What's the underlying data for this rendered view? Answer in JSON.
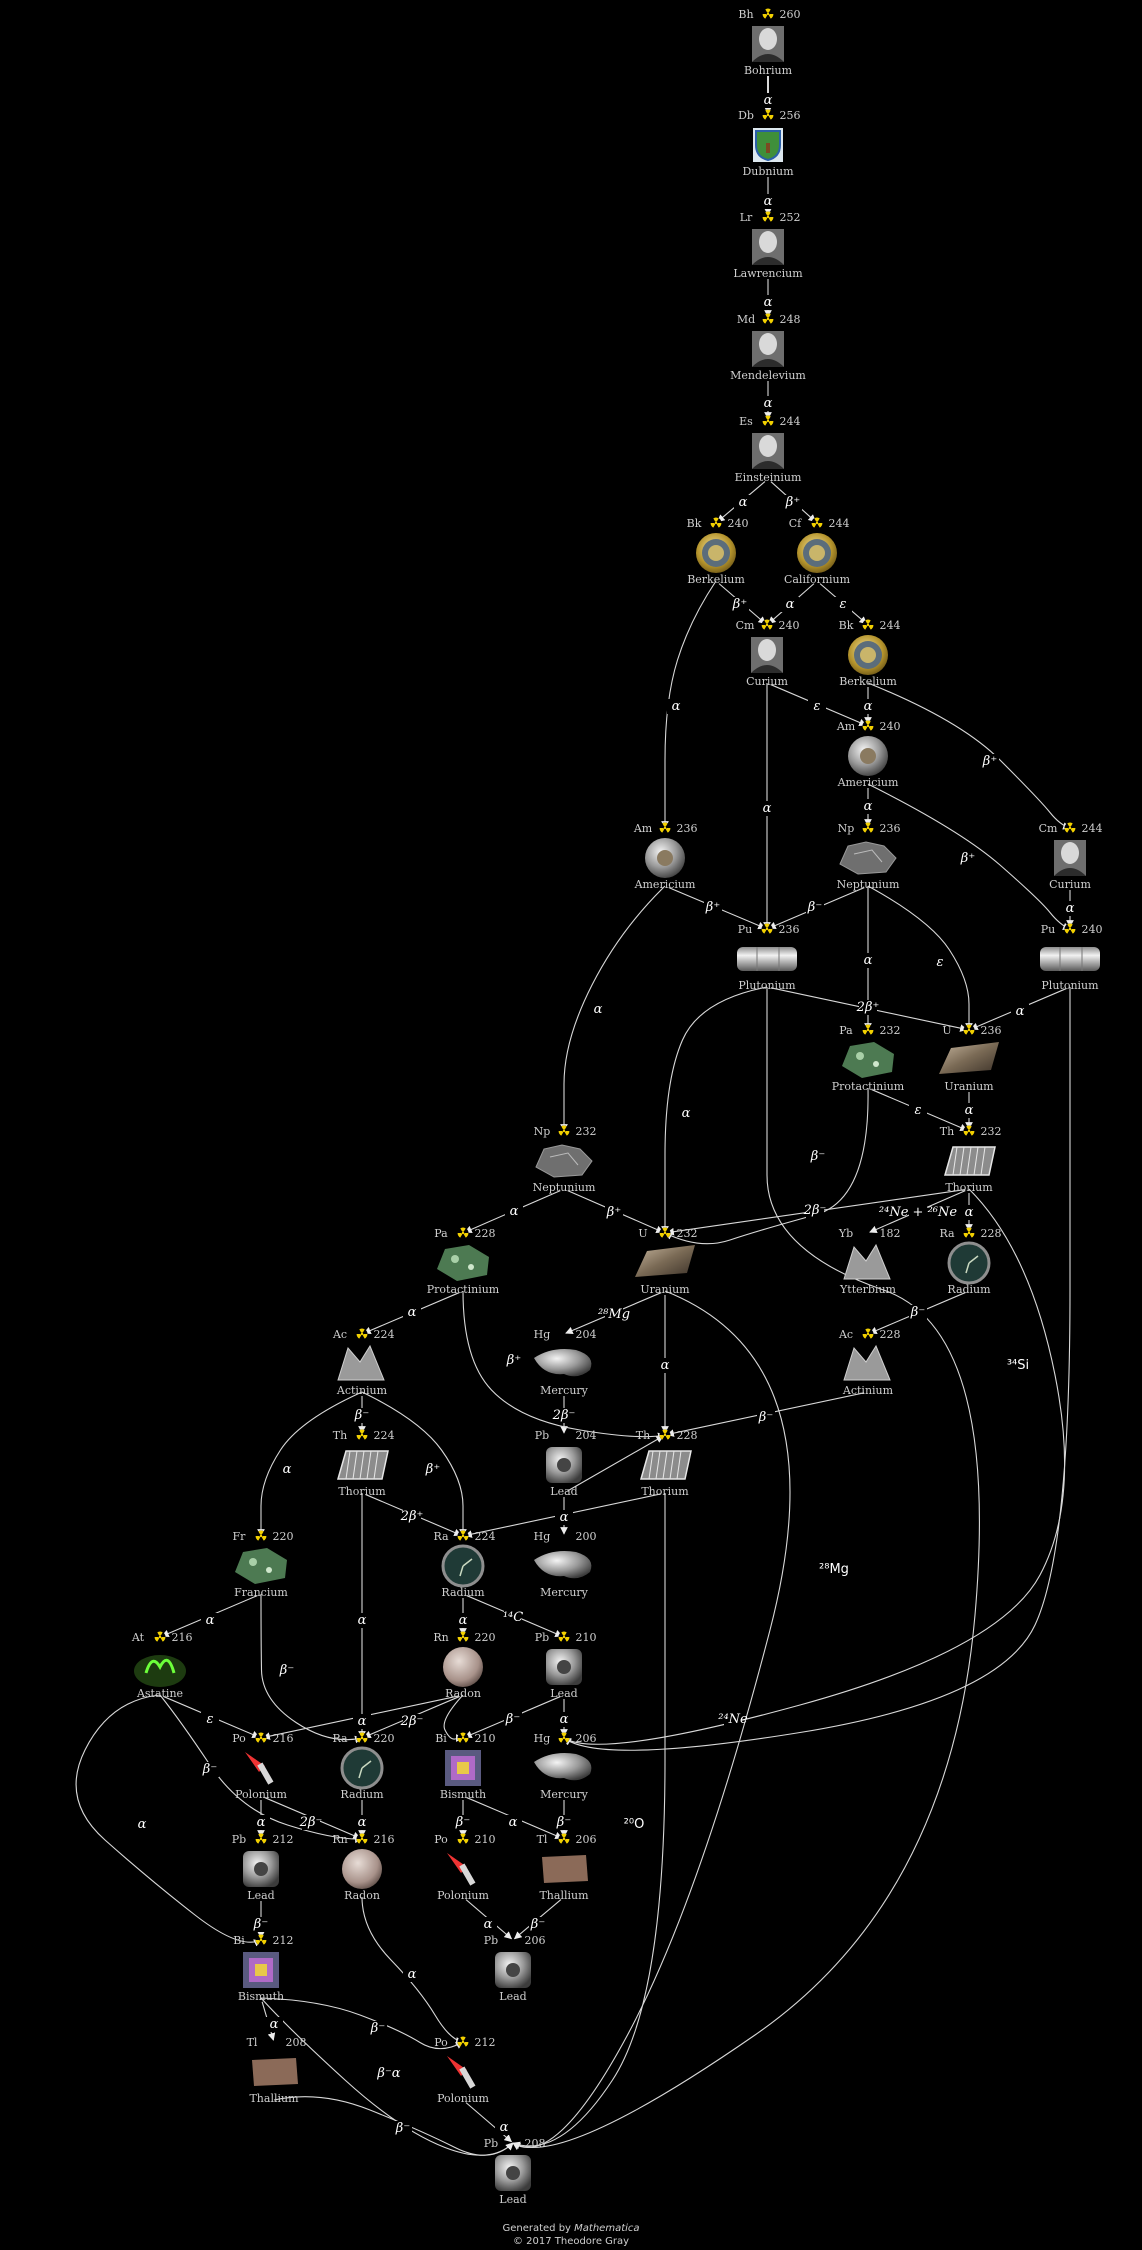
{
  "footer": {
    "generated_prefix": "Generated by ",
    "generated_app": "Mathematica",
    "copyright": "© 2017 Theodore Gray"
  },
  "colors": {
    "background": "#000000",
    "text": "#cfcfcf",
    "edge": "#d8d8d8",
    "radiation_symbol": "#f2d000"
  },
  "nodes": [
    {
      "id": "bh260",
      "symbol": "Bh",
      "mass": "260",
      "name": "Bohrium",
      "radioactive": true,
      "image": "portrait-icon"
    },
    {
      "id": "db256",
      "symbol": "Db",
      "mass": "256",
      "name": "Dubnium",
      "radioactive": true,
      "image": "coat-of-arms-icon"
    },
    {
      "id": "lr252",
      "symbol": "Lr",
      "mass": "252",
      "name": "Lawrencium",
      "radioactive": true,
      "image": "portrait-icon"
    },
    {
      "id": "md248",
      "symbol": "Md",
      "mass": "248",
      "name": "Mendelevium",
      "radioactive": true,
      "image": "portrait-icon"
    },
    {
      "id": "es244",
      "symbol": "Es",
      "mass": "244",
      "name": "Einsteinium",
      "radioactive": true,
      "image": "portrait-icon"
    },
    {
      "id": "bk240",
      "symbol": "Bk",
      "mass": "240",
      "name": "Berkelium",
      "radioactive": true,
      "image": "seal-icon"
    },
    {
      "id": "cf244",
      "symbol": "Cf",
      "mass": "244",
      "name": "Californium",
      "radioactive": true,
      "image": "seal-icon"
    },
    {
      "id": "cm240",
      "symbol": "Cm",
      "mass": "240",
      "name": "Curium",
      "radioactive": true,
      "image": "portrait-icon"
    },
    {
      "id": "bk244",
      "symbol": "Bk",
      "mass": "244",
      "name": "Berkelium",
      "radioactive": true,
      "image": "seal-icon"
    },
    {
      "id": "am240",
      "symbol": "Am",
      "mass": "240",
      "name": "Americium",
      "radioactive": true,
      "image": "smoke-detector-icon"
    },
    {
      "id": "am236",
      "symbol": "Am",
      "mass": "236",
      "name": "Americium",
      "radioactive": true,
      "image": "smoke-detector-icon"
    },
    {
      "id": "np236",
      "symbol": "Np",
      "mass": "236",
      "name": "Neptunium",
      "radioactive": true,
      "image": "rock-icon"
    },
    {
      "id": "cm244",
      "symbol": "Cm",
      "mass": "244",
      "name": "Curium",
      "radioactive": true,
      "image": "portrait-icon"
    },
    {
      "id": "pu236",
      "symbol": "Pu",
      "mass": "236",
      "name": "Plutonium",
      "radioactive": true,
      "image": "cylinder-icon"
    },
    {
      "id": "pu240",
      "symbol": "Pu",
      "mass": "240",
      "name": "Plutonium",
      "radioactive": true,
      "image": "cylinder-icon"
    },
    {
      "id": "pa232",
      "symbol": "Pa",
      "mass": "232",
      "name": "Protactinium",
      "radioactive": true,
      "image": "mineral-icon"
    },
    {
      "id": "u236",
      "symbol": "U",
      "mass": "236",
      "name": "Uranium",
      "radioactive": true,
      "image": "metal-bar-icon"
    },
    {
      "id": "th232",
      "symbol": "Th",
      "mass": "232",
      "name": "Thorium",
      "radioactive": true,
      "image": "lantern-icon"
    },
    {
      "id": "np232",
      "symbol": "Np",
      "mass": "232",
      "name": "Neptunium",
      "radioactive": true,
      "image": "rock-icon"
    },
    {
      "id": "pa228",
      "symbol": "Pa",
      "mass": "228",
      "name": "Protactinium",
      "radioactive": true,
      "image": "mineral-icon"
    },
    {
      "id": "u232",
      "symbol": "U",
      "mass": "232",
      "name": "Uranium",
      "radioactive": true,
      "image": "metal-bar-icon"
    },
    {
      "id": "yb182",
      "symbol": "Yb",
      "mass": "182",
      "name": "Ytterbium",
      "radioactive": false,
      "image": "crystal-icon"
    },
    {
      "id": "ra228",
      "symbol": "Ra",
      "mass": "228",
      "name": "Radium",
      "radioactive": true,
      "image": "clock-dial-icon"
    },
    {
      "id": "ac224",
      "symbol": "Ac",
      "mass": "224",
      "name": "Actinium",
      "radioactive": true,
      "image": "crystal-icon"
    },
    {
      "id": "hg204",
      "symbol": "Hg",
      "mass": "204",
      "name": "Mercury",
      "radioactive": false,
      "image": "mercury-blob-icon"
    },
    {
      "id": "ac228",
      "symbol": "Ac",
      "mass": "228",
      "name": "Actinium",
      "radioactive": true,
      "image": "crystal-icon"
    },
    {
      "id": "th224",
      "symbol": "Th",
      "mass": "224",
      "name": "Thorium",
      "radioactive": true,
      "image": "lantern-icon"
    },
    {
      "id": "pb204",
      "symbol": "Pb",
      "mass": "204",
      "name": "Lead",
      "radioactive": false,
      "image": "lead-block-icon"
    },
    {
      "id": "th228",
      "symbol": "Th",
      "mass": "228",
      "name": "Thorium",
      "radioactive": true,
      "image": "lantern-icon"
    },
    {
      "id": "fr220",
      "symbol": "Fr",
      "mass": "220",
      "name": "Francium",
      "radioactive": true,
      "image": "mineral-icon"
    },
    {
      "id": "ra224",
      "symbol": "Ra",
      "mass": "224",
      "name": "Radium",
      "radioactive": true,
      "image": "clock-dial-icon"
    },
    {
      "id": "hg200",
      "symbol": "Hg",
      "mass": "200",
      "name": "Mercury",
      "radioactive": false,
      "image": "mercury-blob-icon"
    },
    {
      "id": "at216",
      "symbol": "At",
      "mass": "216",
      "name": "Astatine",
      "radioactive": true,
      "image": "glow-icon"
    },
    {
      "id": "rn220",
      "symbol": "Rn",
      "mass": "220",
      "name": "Radon",
      "radioactive": true,
      "image": "sphere-icon"
    },
    {
      "id": "pb210",
      "symbol": "Pb",
      "mass": "210",
      "name": "Lead",
      "radioactive": true,
      "image": "lead-block-icon"
    },
    {
      "id": "po216",
      "symbol": "Po",
      "mass": "216",
      "name": "Polonium",
      "radioactive": true,
      "image": "brush-icon"
    },
    {
      "id": "ra220",
      "symbol": "Ra",
      "mass": "220",
      "name": "Radium",
      "radioactive": true,
      "image": "clock-dial-icon"
    },
    {
      "id": "bi210",
      "symbol": "Bi",
      "mass": "210",
      "name": "Bismuth",
      "radioactive": true,
      "image": "bismuth-crystal-icon"
    },
    {
      "id": "hg206",
      "symbol": "Hg",
      "mass": "206",
      "name": "Mercury",
      "radioactive": true,
      "image": "mercury-blob-icon"
    },
    {
      "id": "pb212",
      "symbol": "Pb",
      "mass": "212",
      "name": "Lead",
      "radioactive": true,
      "image": "lead-block-icon"
    },
    {
      "id": "rn216",
      "symbol": "Rn",
      "mass": "216",
      "name": "Radon",
      "radioactive": true,
      "image": "sphere-icon"
    },
    {
      "id": "po210",
      "symbol": "Po",
      "mass": "210",
      "name": "Polonium",
      "radioactive": true,
      "image": "brush-icon"
    },
    {
      "id": "tl206",
      "symbol": "Tl",
      "mass": "206",
      "name": "Thallium",
      "radioactive": true,
      "image": "slab-icon"
    },
    {
      "id": "pb206",
      "symbol": "Pb",
      "mass": "206",
      "name": "Lead",
      "radioactive": false,
      "image": "lead-block-icon"
    },
    {
      "id": "bi212",
      "symbol": "Bi",
      "mass": "212",
      "name": "Bismuth",
      "radioactive": true,
      "image": "bismuth-crystal-icon"
    },
    {
      "id": "tl208",
      "symbol": "Tl",
      "mass": "208",
      "name": "Thallium",
      "radioactive": false,
      "image": "slab-icon"
    },
    {
      "id": "po212",
      "symbol": "Po",
      "mass": "212",
      "name": "Polonium",
      "radioactive": true,
      "image": "brush-icon"
    },
    {
      "id": "pb208",
      "symbol": "Pb",
      "mass": "208",
      "name": "Lead",
      "radioactive": false,
      "image": "lead-block-icon"
    }
  ],
  "decays": [
    {
      "from": "bh260",
      "to": "db256",
      "label": "α"
    },
    {
      "from": "db256",
      "to": "lr252",
      "label": "α"
    },
    {
      "from": "lr252",
      "to": "md248",
      "label": "α"
    },
    {
      "from": "md248",
      "to": "es244",
      "label": "α"
    },
    {
      "from": "es244",
      "to": "bk240",
      "label": "α"
    },
    {
      "from": "es244",
      "to": "cf244",
      "label": "β⁺"
    },
    {
      "from": "bk240",
      "to": "cm240",
      "label": "β⁺"
    },
    {
      "from": "cf244",
      "to": "cm240",
      "label": "α"
    },
    {
      "from": "cf244",
      "to": "bk244",
      "label": "ε"
    },
    {
      "from": "bk240",
      "to": "am236",
      "label": "α"
    },
    {
      "from": "cm240",
      "to": "am240",
      "label": "ε"
    },
    {
      "from": "bk244",
      "to": "am240",
      "label": "α"
    },
    {
      "from": "bk244",
      "to": "cm244",
      "label": "β⁺"
    },
    {
      "from": "cm240",
      "to": "pu236",
      "label": "α"
    },
    {
      "from": "am240",
      "to": "np236",
      "label": "α"
    },
    {
      "from": "am240",
      "to": "pu240",
      "label": "β⁺"
    },
    {
      "from": "am236",
      "to": "pu236",
      "label": "β⁺"
    },
    {
      "from": "np236",
      "to": "pu236",
      "label": "β⁻"
    },
    {
      "from": "cm244",
      "to": "pu240",
      "label": "α"
    },
    {
      "from": "np236",
      "to": "pa232",
      "label": "α"
    },
    {
      "from": "np236",
      "to": "u236",
      "label": "ε"
    },
    {
      "from": "pu236",
      "to": "u236",
      "label": "2β⁺"
    },
    {
      "from": "pu240",
      "to": "u236",
      "label": "α"
    },
    {
      "from": "pa232",
      "to": "th232",
      "label": "ε"
    },
    {
      "from": "u236",
      "to": "th232",
      "label": "α"
    },
    {
      "from": "am236",
      "to": "np232",
      "label": "α"
    },
    {
      "from": "pu236",
      "to": "u232",
      "label": "α"
    },
    {
      "from": "pa232",
      "to": "u232",
      "label": "β⁻"
    },
    {
      "from": "th232",
      "to": "u232",
      "label": "2β⁻"
    },
    {
      "from": "th232",
      "to": "yb182",
      "label": "²⁴Ne + ²⁶Ne"
    },
    {
      "from": "th232",
      "to": "ra228",
      "label": "α"
    },
    {
      "from": "np232",
      "to": "pa228",
      "label": "α"
    },
    {
      "from": "np232",
      "to": "u232",
      "label": "β⁺"
    },
    {
      "from": "pa228",
      "to": "ac224",
      "label": "α"
    },
    {
      "from": "u232",
      "to": "hg204",
      "label": "²⁸Mg"
    },
    {
      "from": "ra228",
      "to": "ac228",
      "label": "β⁻"
    },
    {
      "from": "ac224",
      "to": "th224",
      "label": "β⁻"
    },
    {
      "from": "hg204",
      "to": "pb204",
      "label": "β⁺"
    },
    {
      "from": "pb204",
      "to": "th228",
      "label": "2β⁻"
    },
    {
      "from": "u232",
      "to": "th228",
      "label": "α"
    },
    {
      "from": "ac228",
      "to": "th228",
      "label": "β⁻"
    },
    {
      "from": "pa228",
      "to": "th228",
      "label": ""
    },
    {
      "from": "ac224",
      "to": "fr220",
      "label": "α"
    },
    {
      "from": "ac224",
      "to": "ra224",
      "label": "β⁺"
    },
    {
      "from": "th224",
      "to": "ra224",
      "label": "2β⁺"
    },
    {
      "from": "th228",
      "to": "ra224",
      "label": ""
    },
    {
      "from": "pb204",
      "to": "hg200",
      "label": "α"
    },
    {
      "from": "fr220",
      "to": "at216",
      "label": "α"
    },
    {
      "from": "ra224",
      "to": "rn220",
      "label": "α"
    },
    {
      "from": "ra224",
      "to": "pb210",
      "label": "¹⁴C"
    },
    {
      "from": "fr220",
      "to": "ra220",
      "label": "β⁻"
    },
    {
      "from": "th224",
      "to": "ra220",
      "label": "α"
    },
    {
      "from": "at216",
      "to": "po216",
      "label": "ε"
    },
    {
      "from": "rn220",
      "to": "po216",
      "label": "α"
    },
    {
      "from": "rn220",
      "to": "ra220",
      "label": "2β⁻"
    },
    {
      "from": "rn220",
      "to": "bi210",
      "label": ""
    },
    {
      "from": "pb210",
      "to": "bi210",
      "label": "β⁻"
    },
    {
      "from": "pb210",
      "to": "hg206",
      "label": "α"
    },
    {
      "from": "th232",
      "to": "hg206",
      "label": "²⁴Ne"
    },
    {
      "from": "po216",
      "to": "pb212",
      "label": "α"
    },
    {
      "from": "po216",
      "to": "rn216",
      "label": "2β⁻"
    },
    {
      "from": "ra220",
      "to": "rn216",
      "label": "α"
    },
    {
      "from": "at216",
      "to": "rn216",
      "label": "β⁻"
    },
    {
      "from": "bi210",
      "to": "po210",
      "label": "β⁻"
    },
    {
      "from": "bi210",
      "to": "tl206",
      "label": "α"
    },
    {
      "from": "hg206",
      "to": "tl206",
      "label": "β⁻"
    },
    {
      "from": "po210",
      "to": "pb206",
      "label": "α"
    },
    {
      "from": "tl206",
      "to": "pb206",
      "label": "β⁻"
    },
    {
      "from": "pb212",
      "to": "bi212",
      "label": "β⁻"
    },
    {
      "from": "at216",
      "to": "bi212",
      "label": "α"
    },
    {
      "from": "rn216",
      "to": "po212",
      "label": "α"
    },
    {
      "from": "bi212",
      "to": "tl208",
      "label": "α"
    },
    {
      "from": "bi212",
      "to": "po212",
      "label": "β⁻"
    },
    {
      "from": "bi212",
      "to": "pb208",
      "label": "β⁻α"
    },
    {
      "from": "tl208",
      "to": "pb208",
      "label": "β⁻"
    },
    {
      "from": "po212",
      "to": "pb208",
      "label": "α"
    },
    {
      "from": "u232",
      "to": "pb208",
      "label": ""
    },
    {
      "from": "th228",
      "to": "pb208",
      "label": ""
    },
    {
      "from": "pu236",
      "to": "pb208",
      "label": ""
    },
    {
      "from": "pu240",
      "to": "hg206",
      "label": ""
    }
  ],
  "orphan_labels": [
    {
      "text": "³⁴Si"
    },
    {
      "text": "²⁸Mg"
    },
    {
      "text": "²⁰O"
    }
  ]
}
